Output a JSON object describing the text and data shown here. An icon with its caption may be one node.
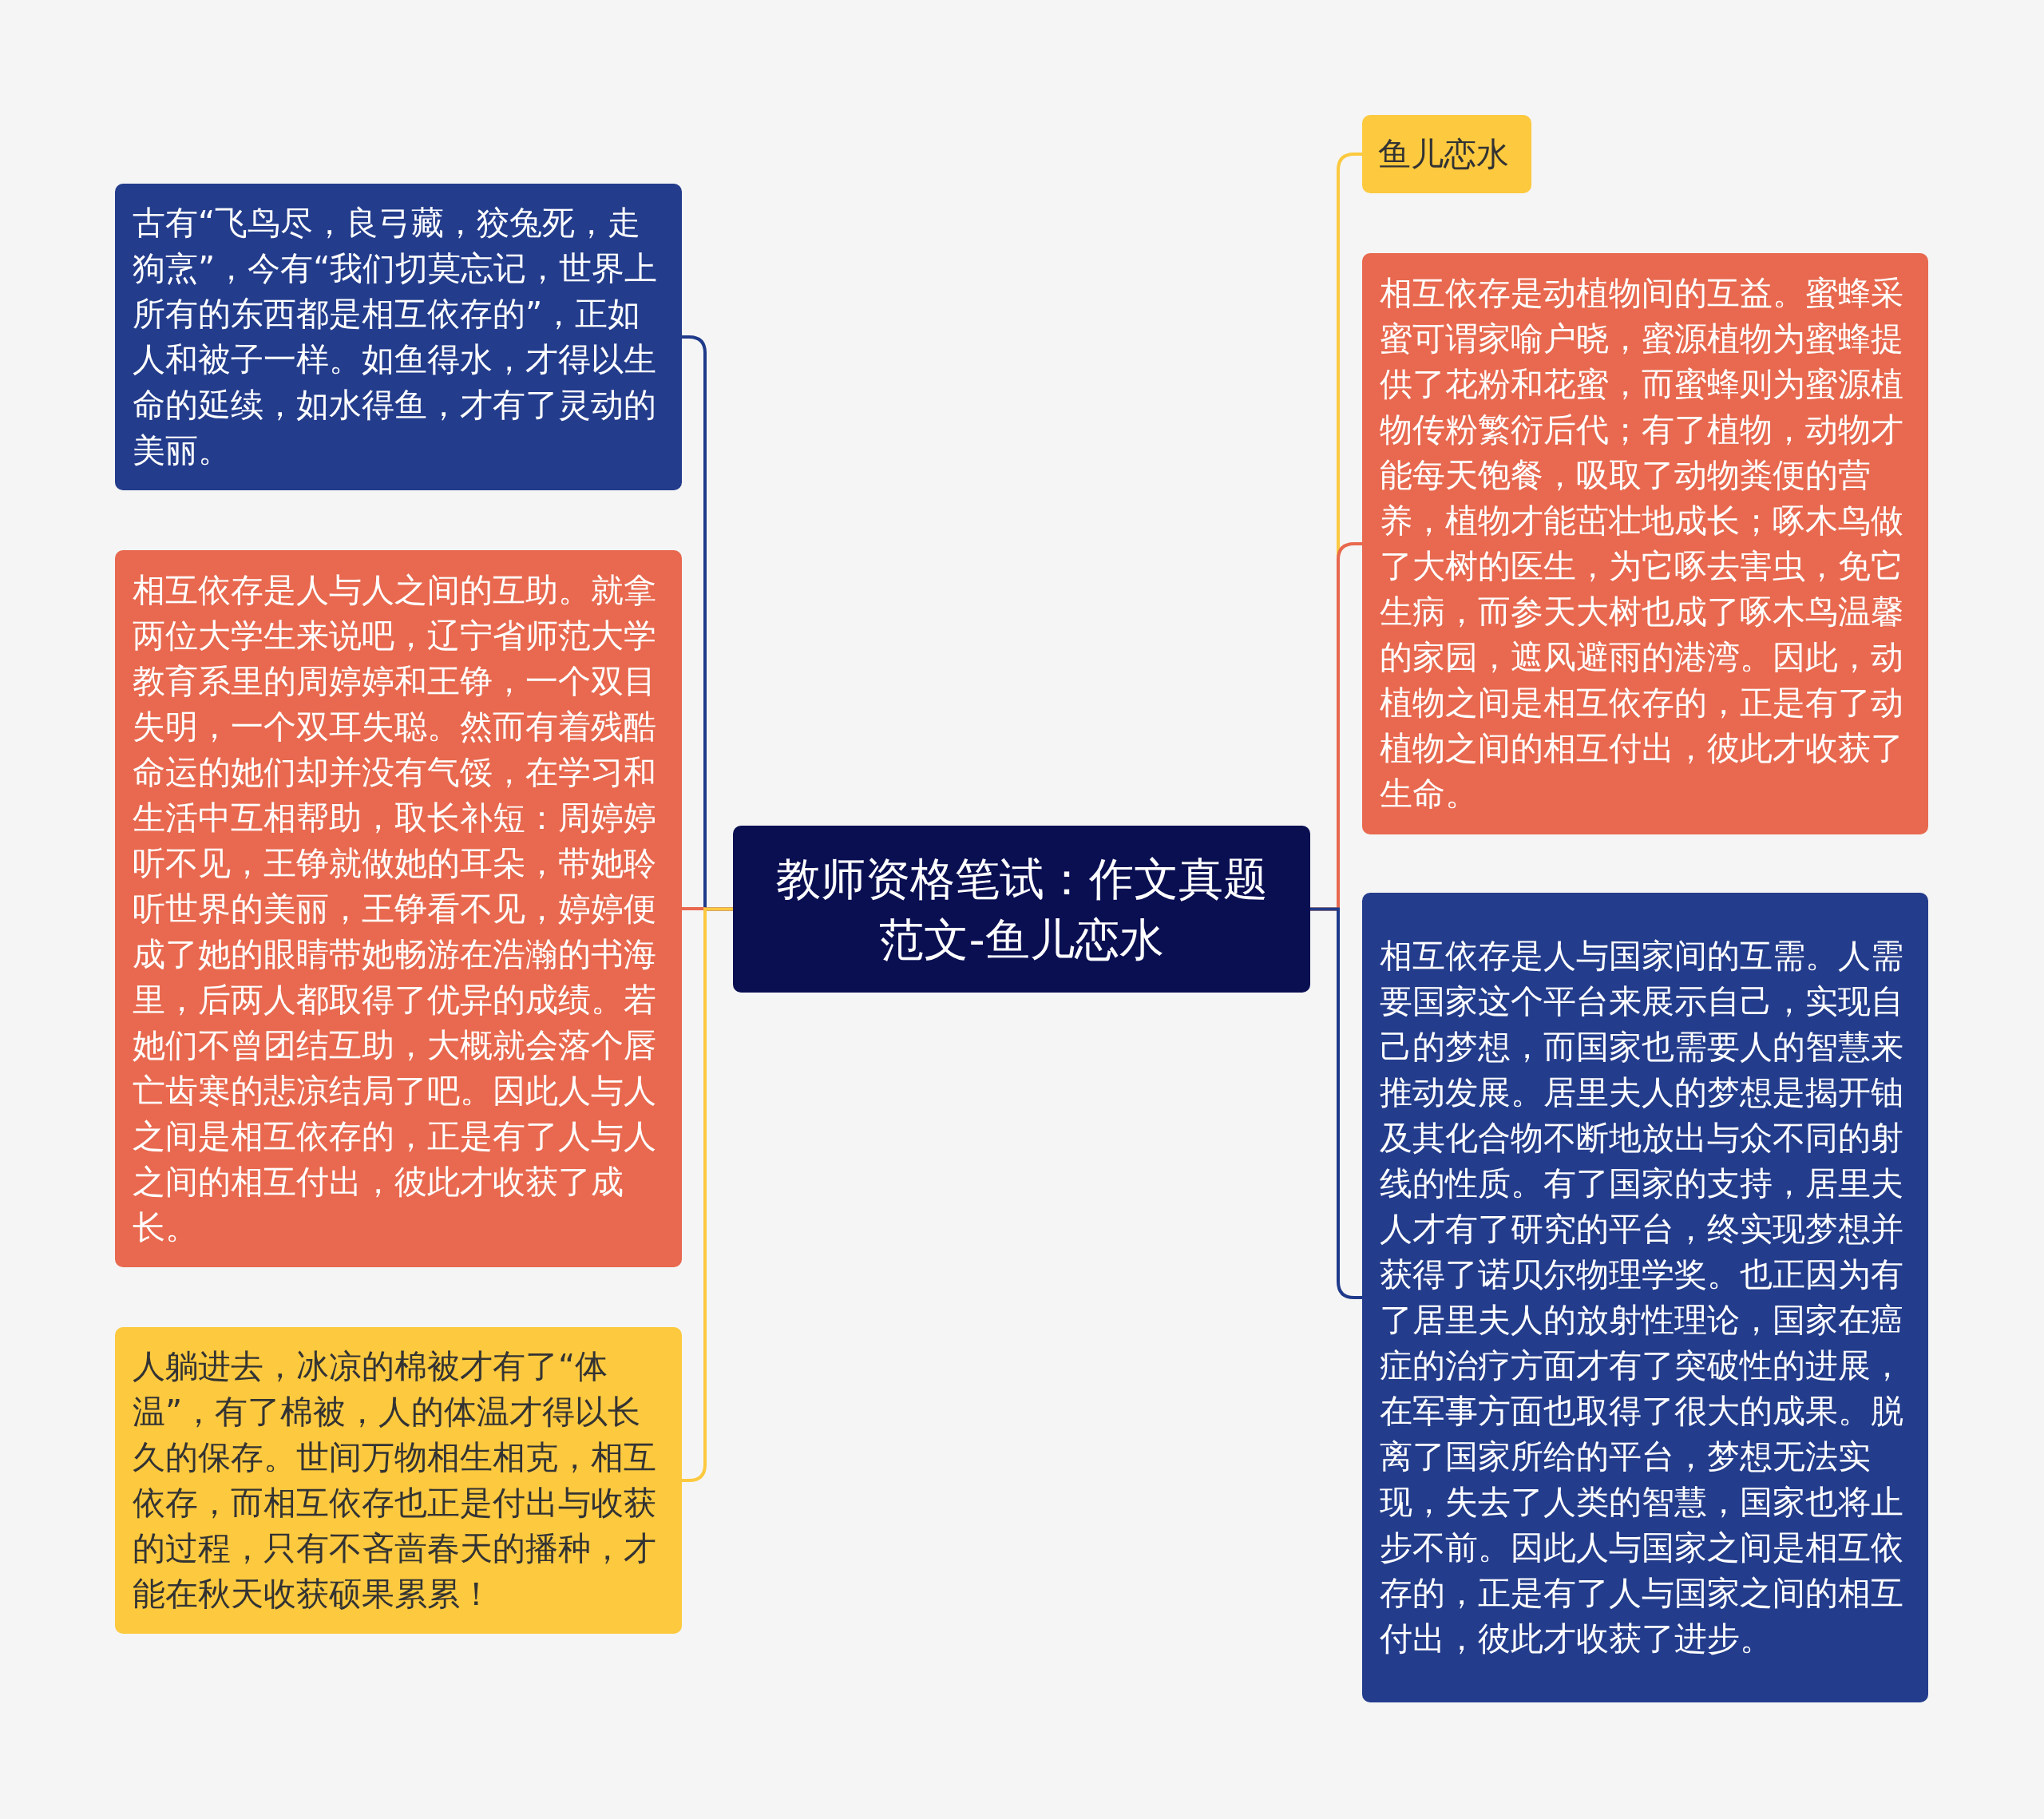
{
  "diagram": {
    "nodes": [
      {
        "text": [
          "教师资格笔试：作文真题范文-鱼儿恋水"
        ]
      },
      {
        "text": [
          "古有“飞鸟尽，良弓藏，狡兔死，走狗烹”，今有“我们切莫忘记，世界上所有的东西都是相互依存的”，正如人和被子一样。如鱼得水，才得以生命的延续，如水得鱼，才有了灵动的美丽。"
        ]
      },
      {
        "text": [
          "相互依存是人与人之间的互助。就拿两位大学生来说吧，辽宁省师范大学教育系里的周婷婷和王铮，一个双目失明，一个双耳失聪。然而有着残酷命运的她们却并没有气馁，在学习和生活中互相帮助，取长补短：周婷婷听不见，王铮就做她的耳朵，带她聆听世界的美丽，王铮看不见，婷婷便成了她的眼睛带她畅游在浩瀚的书海里，后两人都取得了优异的成绩。若她们不曾团结互助，大概就会落个唇亡齿寒的悲凉结局了吧。因此人与人之间是相互依存的，正是有了人与人之间的相互付出，彼此才收获了成长。"
        ]
      },
      {
        "text": [
          "人躺进去，冰凉的棉被才有了“体温”，有了棉被，人的体温才得以长久的保存。世间万物相生相克，相互依存，而相互依存也正是付出与收获的过程，只有不吝啬春天的播种，才能在秋天收获硕果累累！"
        ]
      },
      {
        "text": [
          "鱼儿恋水"
        ]
      },
      {
        "text": [
          "相互依存是动植物间的互益。蜜蜂采蜜可谓家喻户晓，蜜源植物为蜜蜂提供了花粉和花蜜，而蜜蜂则为蜜源植物传粉繁衍后代；有了植物，动物才能每天饱餐，吸取了动物粪便的营养，植物才能茁壮地成长；啄木鸟做了大树的医生，为它啄去害虫，免它生病，而参天大树也成了啄木鸟温馨的家园，遮风避雨的港湾。因此，动植物之间是相互依存的，正是有了动植物之间的相互付出，彼此才收获了生命。"
        ]
      },
      {
        "text": [
          "相互依存是人与国家间的互需。人需要国家这个平台来展示自己，实现自己的梦想，而国家也需要人的智慧来推动发展。居里夫人的梦想是揭开铀及其化合物不断地放出与众不同的射线的性质。有了国家的支持，居里夫人才有了研究的平台，终实现梦想并获得了诺贝尔物理学奖。也正因为有了居里夫人的放射性理论，国家在癌症的治疗方面才有了突破性的进展，在军事方面也取得了很大的成果。脱离了国家所给的平台，梦想无法实现，失去了人类的智慧，国家也将止步不前。因此人与国家之间是相互依存的，正是有了人与国家之间的相互付出，彼此才收获了进步。"
        ]
      }
    ],
    "edges": [
      {
        "from": 0,
        "to": 1,
        "arrow": "none",
        "color": "#1f3a8a"
      },
      {
        "from": 0,
        "to": 2,
        "arrow": "none",
        "color": "#e8694f"
      },
      {
        "from": 0,
        "to": 3,
        "arrow": "none",
        "color": "#fcc93f"
      },
      {
        "from": 0,
        "to": 4,
        "arrow": "none",
        "color": "#fcc93f"
      },
      {
        "from": 0,
        "to": 5,
        "arrow": "none",
        "color": "#e8694f"
      },
      {
        "from": 0,
        "to": 6,
        "arrow": "none",
        "color": "#1f3a8a"
      }
    ]
  }
}
